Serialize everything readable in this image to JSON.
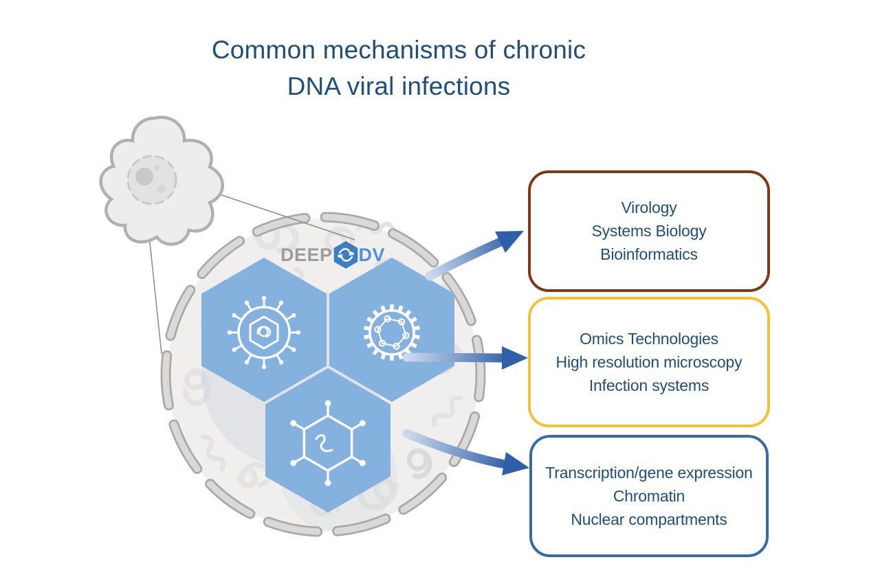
{
  "title": {
    "line1": "Common mechanisms of chronic",
    "line2": "DNA viral infections"
  },
  "logo": {
    "deep": "DEEP",
    "dv": "DV"
  },
  "boxes": [
    {
      "id": "virology",
      "border_color": "#7e3a16",
      "lines": [
        "Virology",
        "Systems Biology",
        "Bioinformatics"
      ]
    },
    {
      "id": "omics",
      "border_color": "#f3c237",
      "lines": [
        "Omics Technologies",
        "High resolution microscopy",
        "Infection systems"
      ]
    },
    {
      "id": "nuclear-biology",
      "border_color": "#38699f",
      "lines": [
        "Transcription/gene expression",
        "Chromatin",
        "Nuclear compartments"
      ]
    }
  ],
  "icons": {
    "hexagon_top_left": "enveloped-virus-icon",
    "hexagon_top_right": "capsid-gear-virus-icon",
    "hexagon_bottom": "naked-virus-dna-icon",
    "logo_hexagon": "deepdv-swirl-arrows-icon"
  },
  "colors": {
    "title_text": "#1f4e78",
    "box_text": "#1f4e78",
    "logo_deep": "#9b9b9b",
    "logo_dv": "#4d93d7",
    "logo_hex_fill": "#3c7dc4",
    "hexagon_fill": "#85b1de",
    "arrow_dark": "#2f5fa8",
    "arrow_light": "#ccd9ec",
    "membrane_dash_fill": "#d9d9d9",
    "membrane_dash_outline": "#a9a9a9",
    "nucleus_fill": "#f0efee",
    "chromatin": "#e3e3e3",
    "cell_fill": "#ededed",
    "cell_outline": "#b0b0b0"
  }
}
